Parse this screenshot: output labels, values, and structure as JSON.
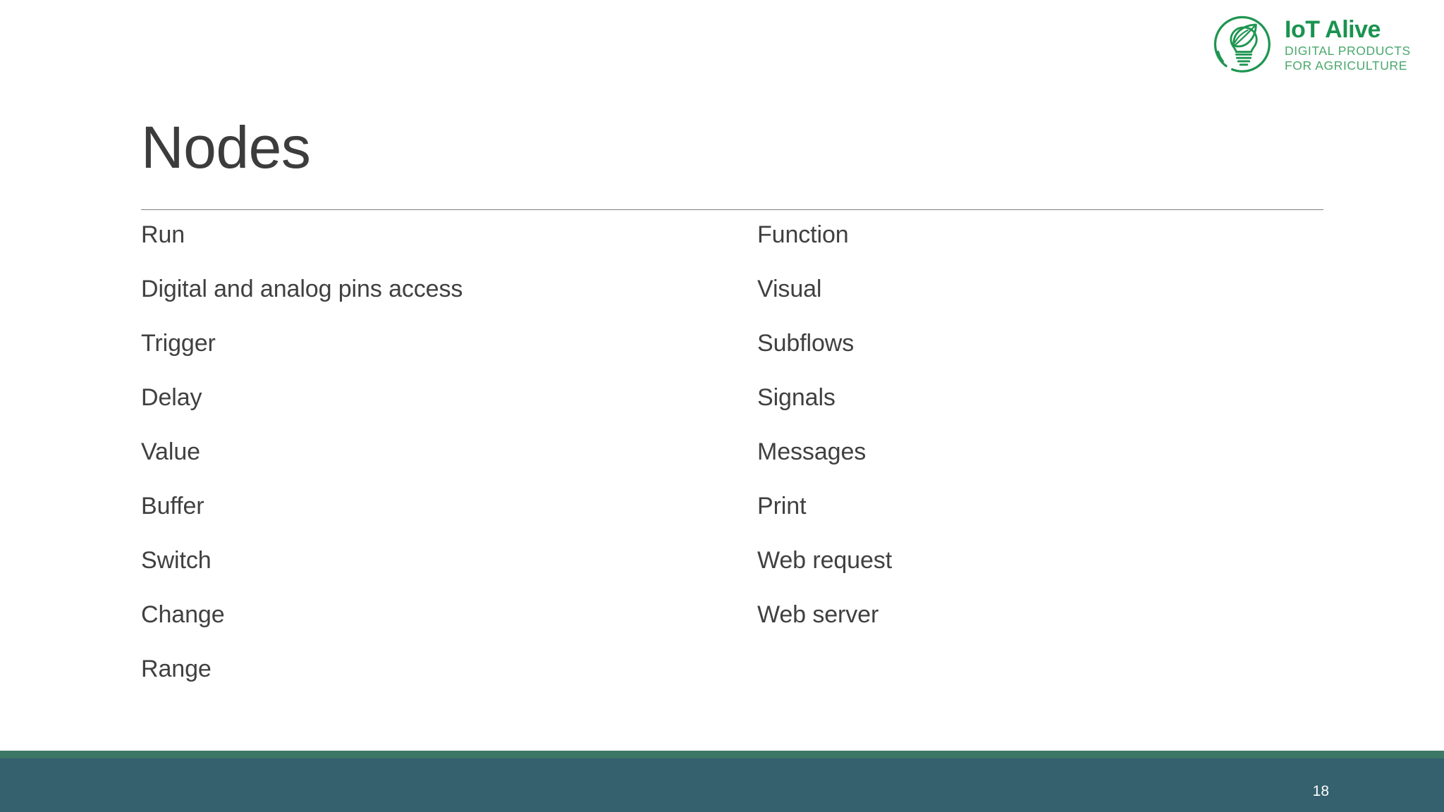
{
  "slide": {
    "title": "Nodes",
    "page_number": "18",
    "background_color": "#ffffff",
    "title_color": "#3c3c3c",
    "body_text_color": "#404040",
    "rule_color": "#808080"
  },
  "logo": {
    "wordmark": "IoT Alive",
    "tagline": "DIGITAL PRODUCTS FOR AGRICULTURE",
    "wordmark_color": "#1a9350",
    "tagline_color": "#4aa86d",
    "mark_icon": "leaf-lightbulb-in-circle-icon"
  },
  "content": {
    "left_column": [
      {
        "label": "Run"
      },
      {
        "label": "Digital and analog pins access"
      },
      {
        "label": "Trigger"
      },
      {
        "label": "Delay"
      },
      {
        "label": "Value"
      },
      {
        "label": "Buffer"
      },
      {
        "label": "Switch"
      },
      {
        "label": "Change"
      },
      {
        "label": "Range"
      }
    ],
    "right_column": [
      {
        "label": "Function"
      },
      {
        "label": "Visual"
      },
      {
        "label": "Subflows"
      },
      {
        "label": "Signals"
      },
      {
        "label": "Messages"
      },
      {
        "label": "Print"
      },
      {
        "label": "Web request"
      },
      {
        "label": "Web server"
      }
    ]
  },
  "footer": {
    "stripe_color": "#3d7766",
    "bar_color": "#35606e",
    "page_number_color": "#ffffff"
  }
}
